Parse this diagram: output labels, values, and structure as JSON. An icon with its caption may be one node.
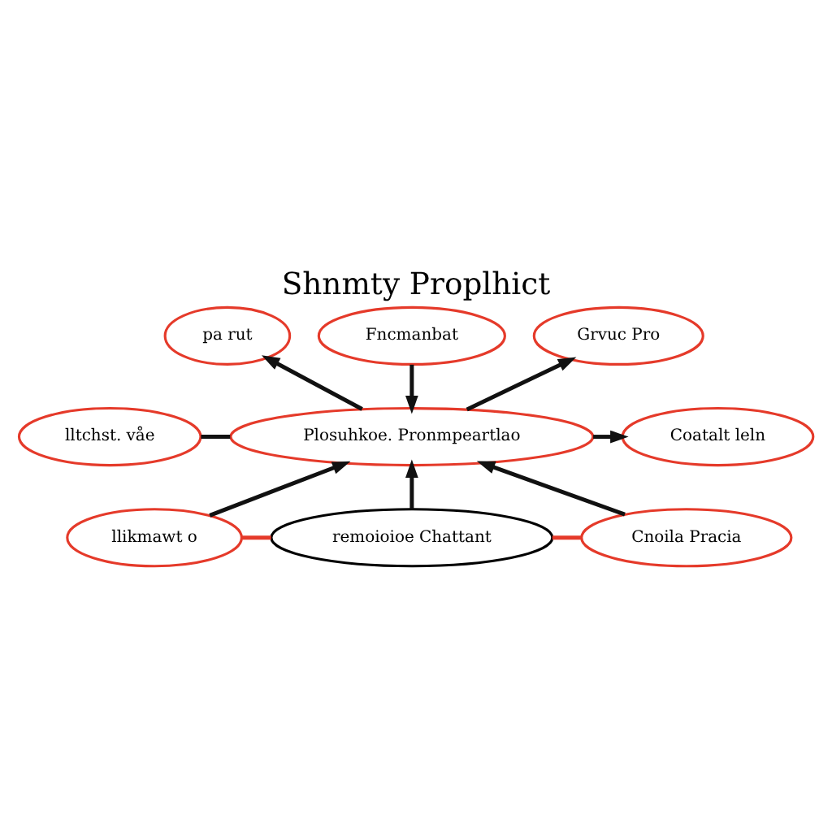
{
  "diagram": {
    "title": "Shnmty Proplhict",
    "nodes": [
      {
        "text": [
          "pa rut"
        ]
      },
      {
        "text": [
          "Fncmanbat"
        ]
      },
      {
        "text": [
          "Grvuc Pro"
        ]
      },
      {
        "text": [
          "lltchst. våe"
        ]
      },
      {
        "text": [
          "Plosuhkoe. Pronmpeartlao"
        ]
      },
      {
        "text": [
          "Coatalt leln"
        ]
      },
      {
        "text": [
          "llikmawt o"
        ]
      },
      {
        "text": [
          "remoioioe Chattant"
        ]
      },
      {
        "text": [
          "Cnoila Pracia"
        ]
      }
    ],
    "edges": [
      {
        "from": 4,
        "to": 0,
        "arrow": "to"
      },
      {
        "from": 1,
        "to": 4,
        "arrow": "to"
      },
      {
        "from": 4,
        "to": 2,
        "arrow": "to"
      },
      {
        "from": 3,
        "to": 4,
        "arrow": "none"
      },
      {
        "from": 4,
        "to": 5,
        "arrow": "to"
      },
      {
        "from": 6,
        "to": 4,
        "arrow": "to"
      },
      {
        "from": 8,
        "to": 4,
        "arrow": "to"
      },
      {
        "from": 7,
        "to": 4,
        "arrow": "to"
      },
      {
        "from": 6,
        "to": 7,
        "arrow": "none",
        "color": "#e53a2a"
      },
      {
        "from": 7,
        "to": 8,
        "arrow": "none",
        "color": "#e53a2a"
      }
    ]
  }
}
